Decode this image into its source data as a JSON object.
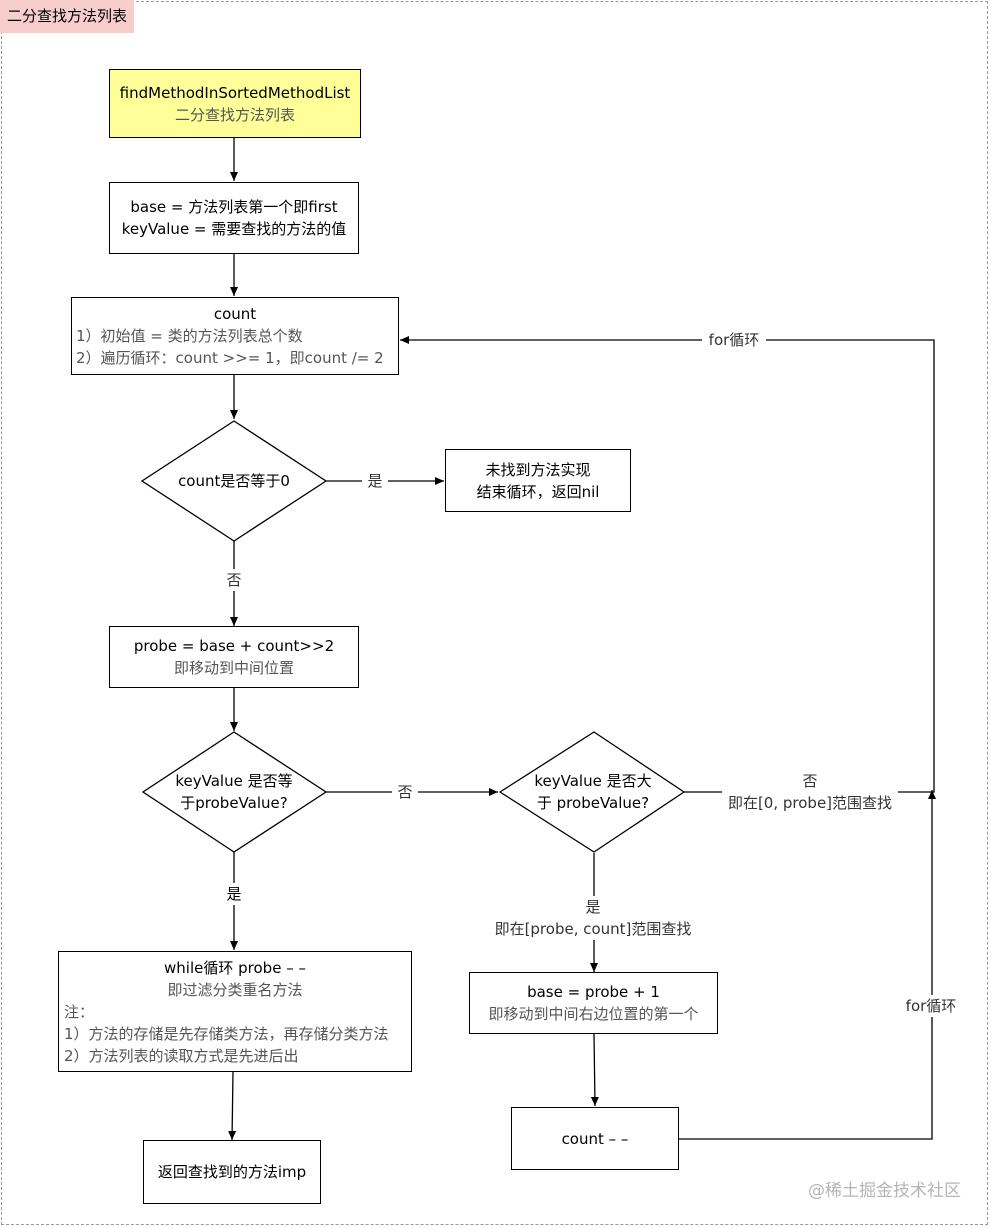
{
  "title": "二分查找方法列表",
  "nodes": {
    "start": {
      "line1": "findMethodInSortedMethodList",
      "line2": "二分查找方法列表"
    },
    "init": {
      "line1": "base = 方法列表第一个即first",
      "line2": "keyValue = 需要查找的方法的值"
    },
    "count": {
      "line1": "count",
      "line2": "1）初始值 = 类的方法列表总个数",
      "line3": "2）遍历循环：count >>= 1，即count /= 2"
    },
    "d1": {
      "line1": "count是否等于0"
    },
    "notfound": {
      "line1": "未找到方法实现",
      "line2": "结束循环，返回nil"
    },
    "probe": {
      "line1": "probe = base + count>>2",
      "line2": "即移动到中间位置"
    },
    "d2": {
      "line1": "keyValue 是否等",
      "line2": "于probeValue?"
    },
    "d3": {
      "line1": "keyValue 是否大",
      "line2": "于 probeValue?"
    },
    "while": {
      "line1": "while循环 probe – –",
      "line2": "即过滤分类重名方法",
      "line3": "注：",
      "line4": "1）方法的存储是先存储类方法，再存储分类方法",
      "line5": "2）方法列表的读取方式是先进后出"
    },
    "baseinc": {
      "line1": "base = probe + 1",
      "line2": "即移动到中间右边位置的第一个"
    },
    "countdec": {
      "line1": "count – –"
    },
    "ret": {
      "line1": "返回查找到的方法imp"
    }
  },
  "edge_labels": {
    "for_loop_top": "for循环",
    "yes1": "是",
    "no1": "否",
    "no2": "否",
    "yes2": "是",
    "no3_line1": "否",
    "no3_line2": "即在[0, probe]范围查找",
    "yes3_line1": "是",
    "yes3_line2": "即在[probe, count]范围查找",
    "for_loop_bottom": "for循环"
  },
  "watermark": "@稀土掘金技术社区",
  "colors": {
    "title_bg": "#f8cecc",
    "start_bg": "#ffff99",
    "line": "#000000"
  }
}
